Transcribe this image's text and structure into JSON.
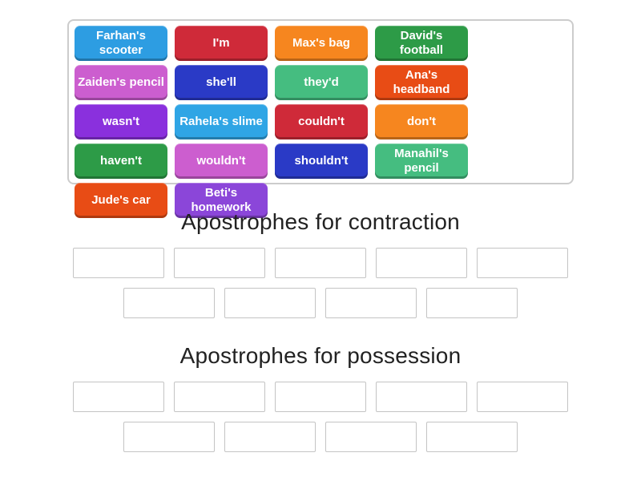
{
  "page": {
    "background_color": "#ffffff",
    "tray_border_color": "#cccccc",
    "slot_border_color": "#c4c4c4",
    "title_color": "#222222"
  },
  "tray": {
    "tiles": [
      {
        "label": "Farhan's scooter",
        "color": "#2d9de2"
      },
      {
        "label": "I'm",
        "color": "#cf2a39"
      },
      {
        "label": "Max's bag",
        "color": "#f6861f"
      },
      {
        "label": "David's football",
        "color": "#2d9b47"
      },
      {
        "label": "Zaiden's pencil",
        "color": "#cc5ecf"
      },
      {
        "label": "she'll",
        "color": "#2a3ac6"
      },
      {
        "label": "they'd",
        "color": "#45bd80"
      },
      {
        "label": "Ana's headband",
        "color": "#e84c15"
      },
      {
        "label": "wasn't",
        "color": "#8a30dd"
      },
      {
        "label": "Rahela's slime",
        "color": "#2fa5e5"
      },
      {
        "label": "couldn't",
        "color": "#cf2a39"
      },
      {
        "label": "don't",
        "color": "#f6861f"
      },
      {
        "label": "haven't",
        "color": "#2d9b47"
      },
      {
        "label": "wouldn't",
        "color": "#cc5ecf"
      },
      {
        "label": "shouldn't",
        "color": "#2a3ac6"
      },
      {
        "label": "Manahil's pencil",
        "color": "#45bd80"
      },
      {
        "label": "Jude's car",
        "color": "#e84c15"
      },
      {
        "label": "Beti's homework",
        "color": "#8b46d9"
      }
    ]
  },
  "groups": [
    {
      "title": "Apostrophes for contraction",
      "rows": [
        5,
        4
      ]
    },
    {
      "title": "Apostrophes for possession",
      "rows": [
        5,
        4
      ]
    }
  ]
}
